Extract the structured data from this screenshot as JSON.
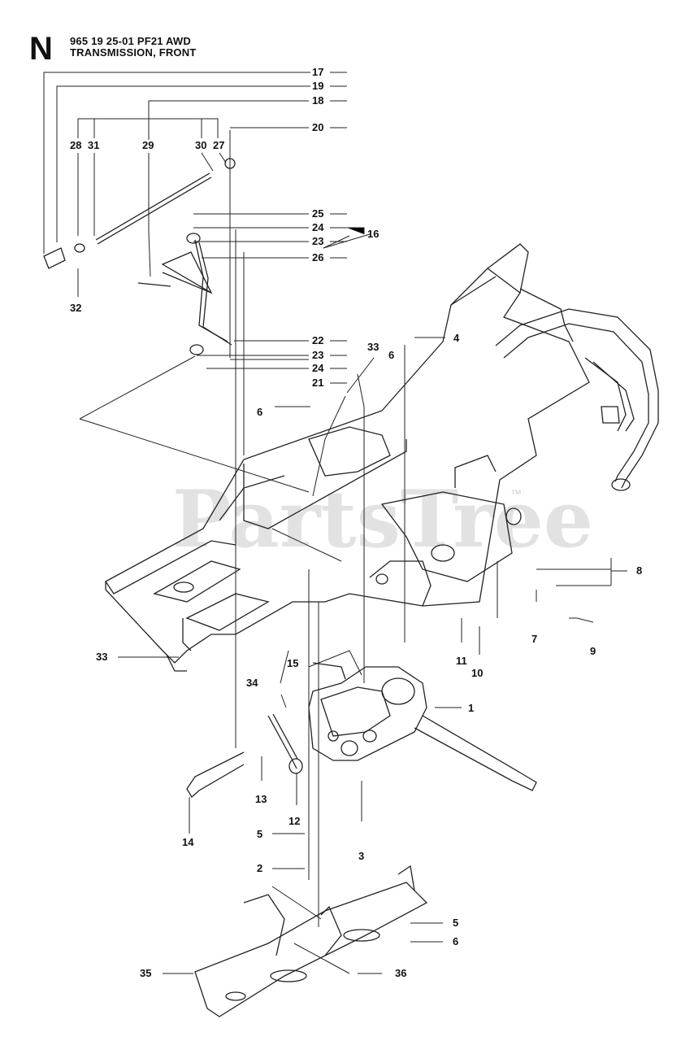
{
  "header": {
    "section_letter": "N",
    "line1": "965 19 25-01 PF21 AWD",
    "line2": "TRANSMISSION, FRONT"
  },
  "watermark": {
    "text": "PartsTree",
    "tm": "™",
    "color": "#d9d9d9"
  },
  "callouts": {
    "c1": "1",
    "c2": "2",
    "c3": "3",
    "c4": "4",
    "c5a": "5",
    "c5b": "5",
    "c6a": "6",
    "c6b": "6",
    "c6c": "6",
    "c7": "7",
    "c8": "8",
    "c9": "9",
    "c10": "10",
    "c11": "11",
    "c12": "12",
    "c13": "13",
    "c14": "14",
    "c15": "15",
    "c16": "16",
    "c17": "17",
    "c18": "18",
    "c19": "19",
    "c20": "20",
    "c21": "21",
    "c22": "22",
    "c23a": "23",
    "c23b": "23",
    "c24a": "24",
    "c24b": "24",
    "c25": "25",
    "c26": "26",
    "c27": "27",
    "c28": "28",
    "c29": "29",
    "c30": "30",
    "c31": "31",
    "c32": "32",
    "c33a": "33",
    "c33b": "33",
    "c34": "34",
    "c35": "35",
    "c36": "36"
  },
  "icons": {
    "frame": "chassis-frame-icon",
    "transmission": "transmission-icon",
    "guard": "skid-plate-icon",
    "linkage": "linkage-rod-icon"
  }
}
